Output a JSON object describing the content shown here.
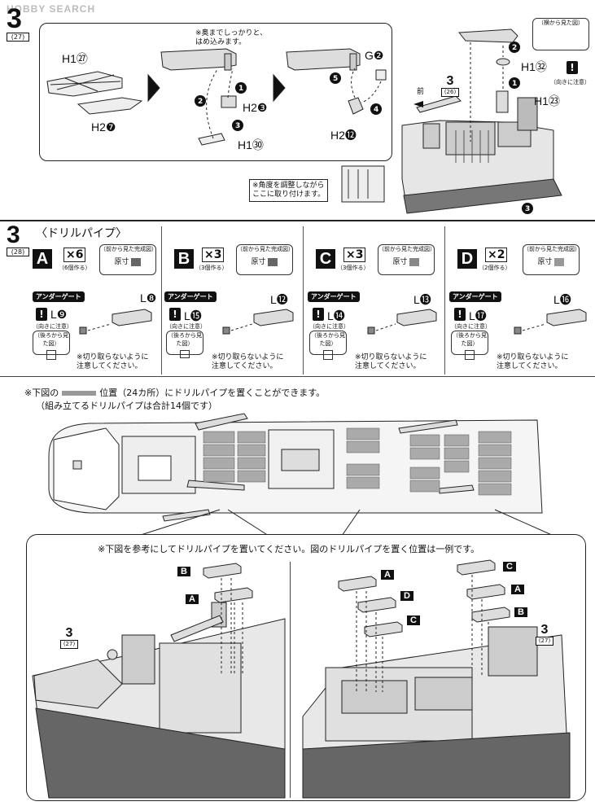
{
  "watermark": "HOBBY SEARCH",
  "top_step": {
    "num": "3",
    "sub": "(27)",
    "parts": {
      "h1_27": "H1㉗",
      "h2_7": "H2❼",
      "h2_3": "H2❸",
      "h1_30": "H1㉚",
      "g_2": "G❷",
      "h2_12": "H2⓬",
      "h1_32": "H1㉜",
      "h1_23": "H1㉓"
    },
    "note_push": "※奥までしっかりと、\nはめ込みます。",
    "note_angle": "※角度を調整しながら\nここに取り付けます。",
    "side_view": "（横から見た図）",
    "attention": "（向きに注意）",
    "front": "前",
    "inset_step": "3",
    "inset_sub": "(26)",
    "callouts": [
      "1",
      "2",
      "3",
      "4",
      "5"
    ]
  },
  "drill_step": {
    "num": "3",
    "sub": "(28)",
    "title": "〈ドリルパイプ〉",
    "front_view": "（前から見た完成図）",
    "actual_size": "原寸",
    "under_gate": "アンダーゲート",
    "attention": "（向きに注意）",
    "back_view": "（後ろから見た図）",
    "cut_note": "※切り取らないように\n注意してください。",
    "variants": [
      {
        "letter": "A",
        "count": "×6",
        "made": "（6個作る）",
        "big": "L❽",
        "small": "L❾"
      },
      {
        "letter": "B",
        "count": "×3",
        "made": "（3個作る）",
        "big": "L⓬",
        "small": "L⓯"
      },
      {
        "letter": "C",
        "count": "×3",
        "made": "（3個作る）",
        "big": "L⓭",
        "small": "L⓮"
      },
      {
        "letter": "D",
        "count": "×2",
        "made": "（2個作る）",
        "big": "L⓰",
        "small": "L⓱"
      }
    ]
  },
  "placement_note": {
    "line1_a": "※下図の",
    "line1_b": "位置（24カ所）にドリルパイプを置くことができます。",
    "line2": "（組み立てるドリルパイプは合計14個です）"
  },
  "reference_note": "※下図を参考にしてドリルパイプを置いてください。図のドリルパイプを置く位置は一例です。",
  "left_ref": {
    "step": "3",
    "sub": "(27)",
    "tags": [
      "B",
      "A"
    ]
  },
  "right_ref": {
    "step": "3",
    "sub": "(27)",
    "tags": [
      "A",
      "D",
      "C",
      "C",
      "A",
      "B"
    ]
  }
}
